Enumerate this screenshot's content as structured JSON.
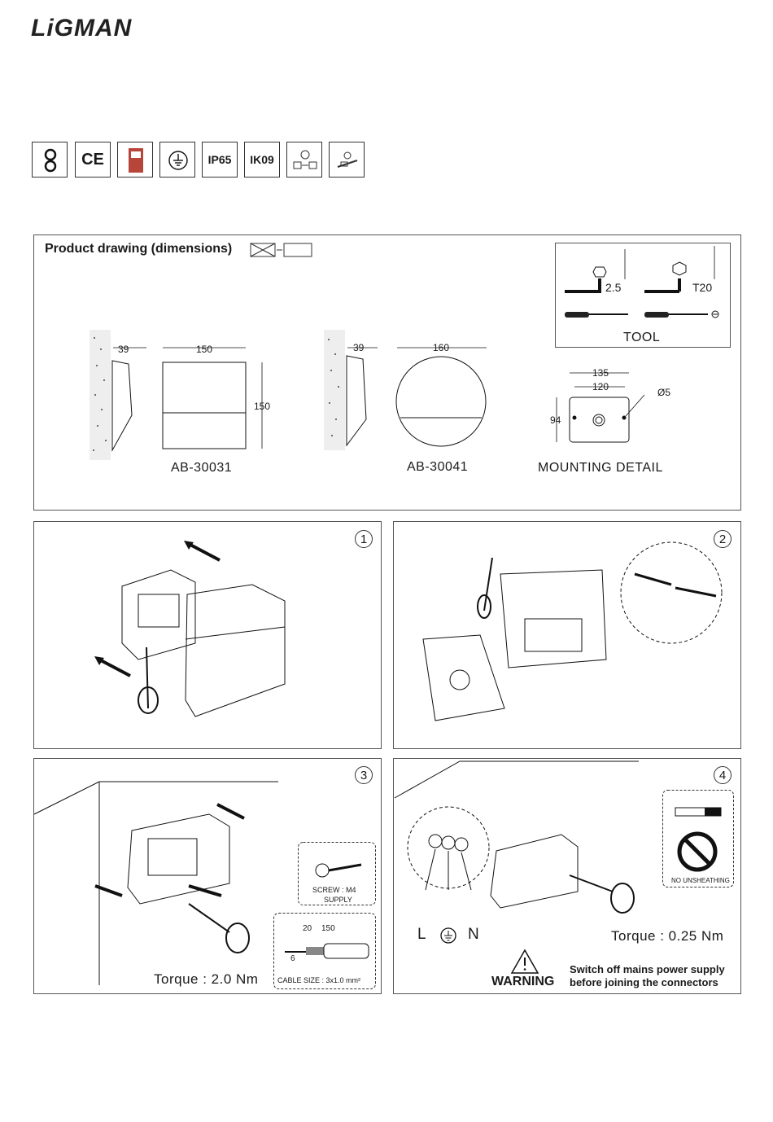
{
  "brand": {
    "logo_text": "LiGMAN"
  },
  "certifications": [
    {
      "icon": "class-ii-icon",
      "text": ""
    },
    {
      "icon": "ce-mark-icon",
      "text": "CE"
    },
    {
      "icon": "safety-cert-icon",
      "text": ""
    },
    {
      "icon": "earth-ground-icon",
      "text": ""
    },
    {
      "icon": "",
      "text": "IP65"
    },
    {
      "icon": "",
      "text": "IK09"
    },
    {
      "icon": "voltage-rating-icon",
      "text": ""
    },
    {
      "icon": "connector-icon",
      "text": ""
    }
  ],
  "drawing": {
    "title": "Product drawing (dimensions)",
    "models": [
      {
        "name": "AB-30031",
        "depth": "39",
        "width": "150",
        "height": "150"
      },
      {
        "name": "AB-30041",
        "depth": "39",
        "width": "160"
      }
    ],
    "mounting": {
      "label": "MOUNTING DETAIL",
      "outer": "135",
      "inner": "120",
      "hole": "Ø5",
      "height": "94"
    },
    "tools": {
      "label": "TOOL",
      "hex": "2.5",
      "torx": "T20"
    }
  },
  "steps": [
    {
      "number": "1"
    },
    {
      "number": "2"
    },
    {
      "number": "3",
      "torque": "Torque : 2.0 Nm",
      "screw_label": "SCREW : M4",
      "screw_supply": "SUPPLY",
      "cable_dims": [
        "20",
        "150",
        "6"
      ],
      "cable_label": "CABLE SIZE : 3x1.0 mm²"
    },
    {
      "number": "4",
      "torque": "Torque : 0.25 Nm",
      "terminals": [
        "L",
        "N"
      ],
      "no_unsheathing": "NO UNSHEATHING",
      "warning": "WARNING",
      "warning_line1": "Switch off mains power supply",
      "warning_line2": "before joining the connectors"
    }
  ]
}
